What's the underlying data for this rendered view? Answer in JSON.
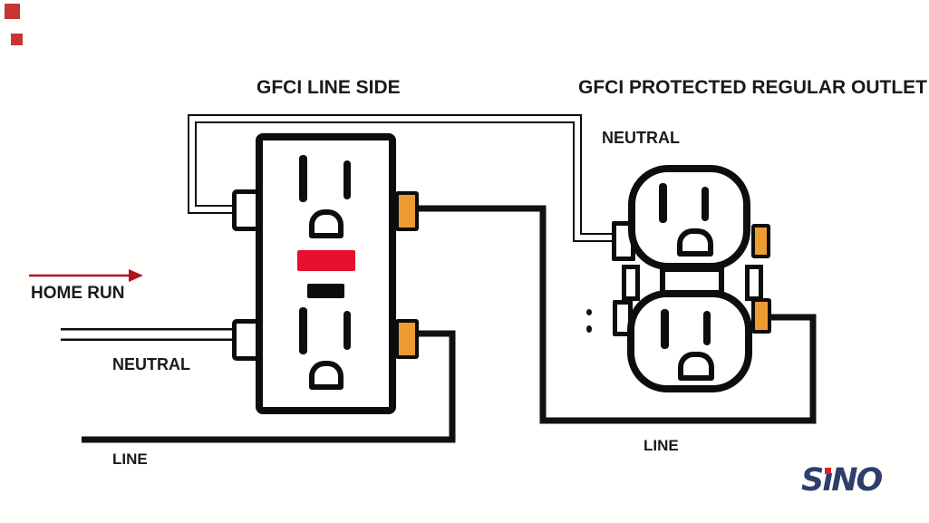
{
  "titles": {
    "left": "GFCI LINE SIDE",
    "right": "GFCI PROTECTED REGULAR OUTLET"
  },
  "labels": {
    "home_run": "HOME RUN",
    "neutral_feed": "NEUTRAL",
    "neutral_branch": "NEUTRAL",
    "line_feed": "LINE",
    "line_branch": "LINE"
  },
  "logo": {
    "text": "SiNO",
    "part_s": "S",
    "part_i": "ı",
    "part_no": "NO",
    "color": "#2e3f6c",
    "dot_color": "#e02421"
  },
  "colors": {
    "background": "#fffffe",
    "outline_black": "#0d0d0d",
    "wire_hot_black": "#111111",
    "wire_neutral_white": "#ffffff",
    "terminal_brass_orange": "#ED9B33",
    "reset_button_red": "#e8112d",
    "test_button_black": "#0d0d0d",
    "arrow_red": "#b5121b",
    "corner_mark_red": "#c2201e",
    "text_black": "#1a1a1a"
  }
}
